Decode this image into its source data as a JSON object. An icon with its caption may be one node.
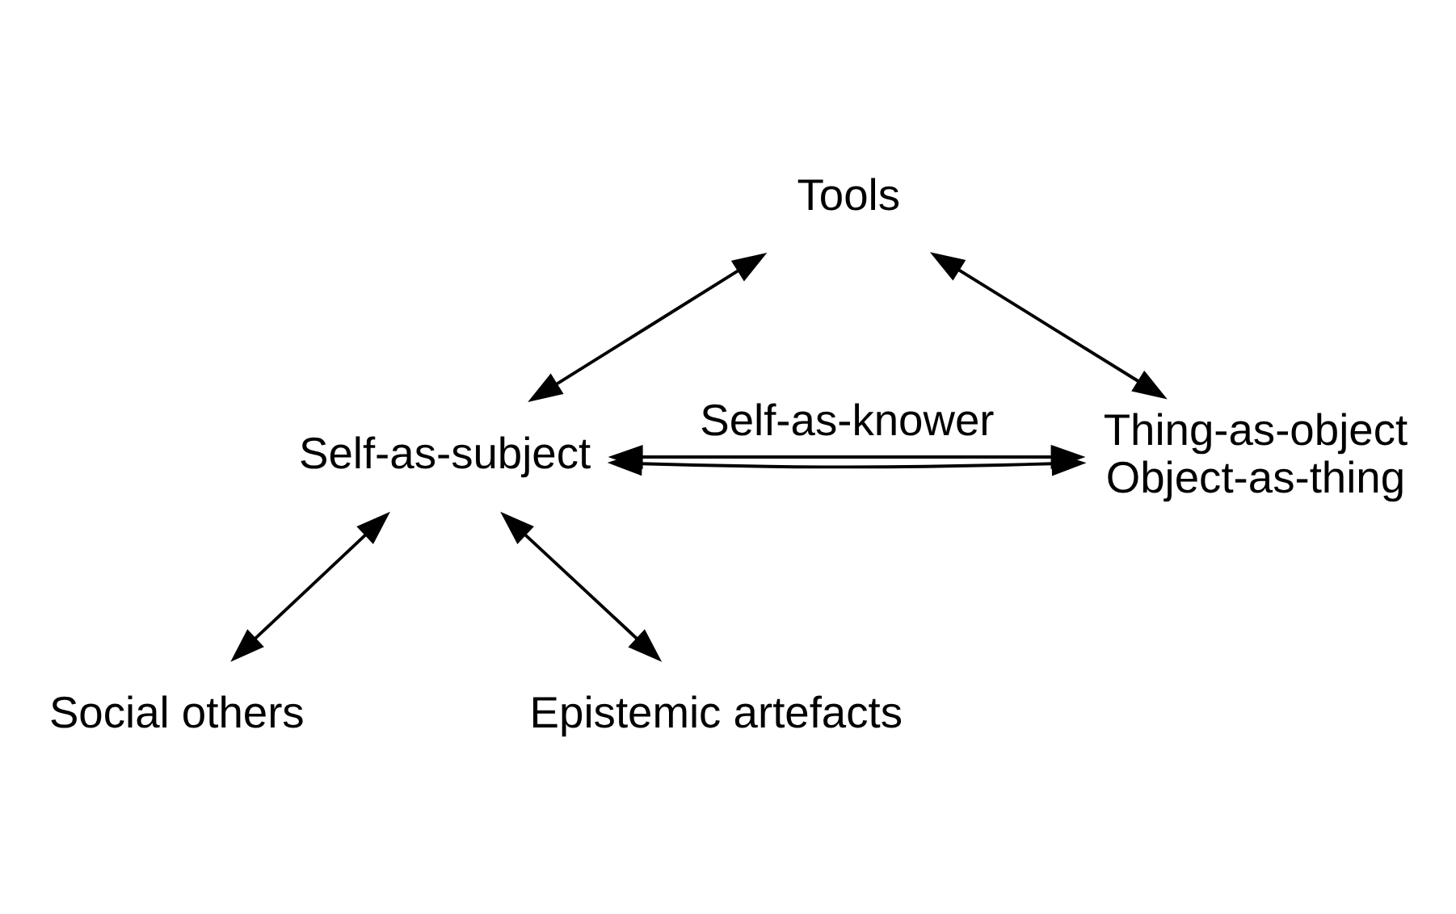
{
  "diagram": {
    "nodes": [
      {
        "text": [
          "Tools"
        ]
      },
      {
        "text": [
          "Social others"
        ]
      },
      {
        "text": [
          "Epistemic artefacts"
        ]
      },
      {
        "text": [
          "Self-as-subject"
        ]
      },
      {
        "text": [
          "Thing-as-object",
          "Object-as-thing"
        ]
      }
    ],
    "edges": [
      {
        "from": 3,
        "to": 4,
        "arrow": "both",
        "label": "Self-as-knower"
      },
      {
        "from": 3,
        "to": 0,
        "arrow": "both"
      },
      {
        "from": 3,
        "to": 1,
        "arrow": "both"
      },
      {
        "from": 3,
        "to": 2,
        "arrow": "both"
      },
      {
        "from": 0,
        "to": 4,
        "arrow": "both"
      },
      {
        "from": 3,
        "to": 4,
        "arrow": "both"
      }
    ]
  }
}
